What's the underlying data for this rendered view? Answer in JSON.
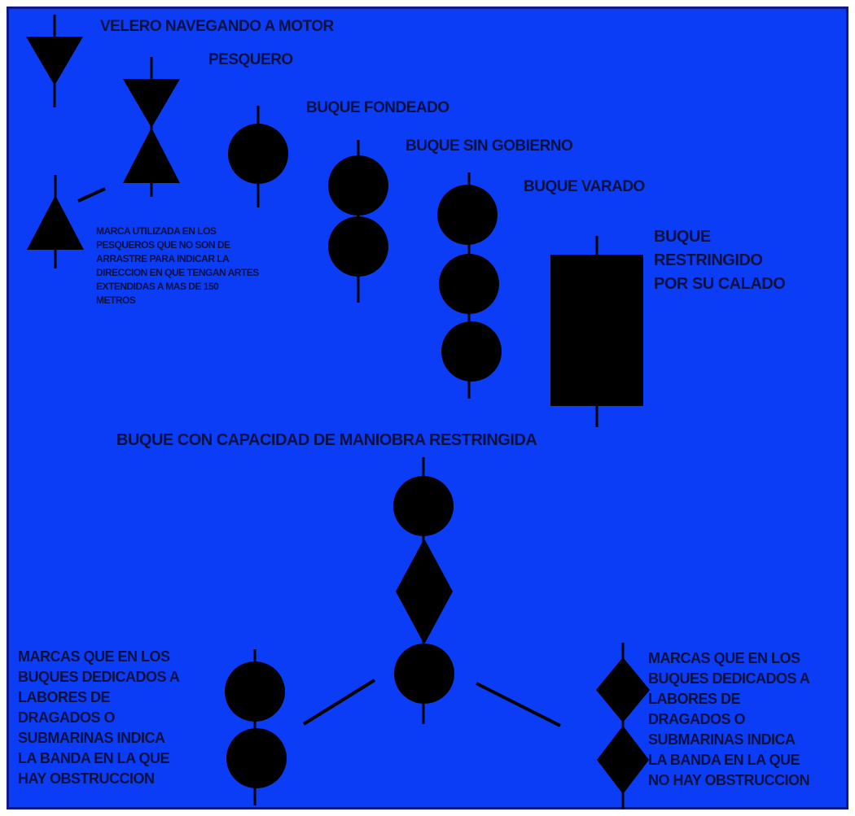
{
  "colors": {
    "background": "#0b3df7",
    "shape": "#000000",
    "text": "#0a1040"
  },
  "labels": {
    "velero": "VELERO NAVEGANDO A MOTOR",
    "pesquero": "PESQUERO",
    "fondeado": "BUQUE FONDEADO",
    "sin_gobierno": "BUQUE SIN GOBIERNO",
    "varado": "BUQUE VARADO",
    "calado": [
      "BUQUE",
      "RESTRINGIDO",
      "POR SU CALADO"
    ],
    "maniobra": "BUQUE CON CAPACIDAD DE MANIOBRA RESTRINGIDA",
    "marca_pesqueros": [
      "MARCA UTILIZADA EN LOS",
      "PESQUEROS QUE NO SON DE",
      "ARRASTRE PARA INDICAR LA",
      "DIRECCION EN QUE TENGAN ARTES",
      "EXTENDIDAS A MAS DE 150",
      "METROS"
    ],
    "obstruccion": [
      "MARCAS QUE EN LOS",
      "BUQUES DEDICADOS A",
      "LABORES DE",
      "DRAGADOS O",
      "SUBMARINAS INDICA",
      "LA BANDA EN LA QUE",
      "HAY OBSTRUCCION"
    ],
    "sin_obstruccion": [
      "MARCAS QUE EN LOS",
      "BUQUES DEDICADOS A",
      "LABORES DE",
      "DRAGADOS O",
      "SUBMARINAS INDICA",
      "LA BANDA EN LA QUE",
      "NO HAY OBSTRUCCION"
    ]
  }
}
